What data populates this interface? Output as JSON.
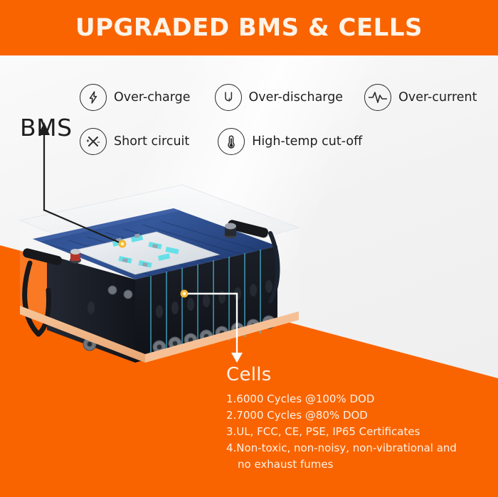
{
  "header": {
    "title": "UPGRADED BMS & CELLS",
    "background_color": "#f96400",
    "text_color": "#fdf3e8"
  },
  "bms_callout": {
    "label": "BMS"
  },
  "features": {
    "rows": [
      [
        {
          "label": "Over-charge",
          "icon": "lightning-bolt-icon"
        },
        {
          "label": "Over-discharge",
          "icon": "u-bolt-icon"
        },
        {
          "label": "Over-current",
          "icon": "waveform-icon"
        }
      ],
      [
        {
          "label": "Short circuit",
          "icon": "short-circuit-x-icon"
        },
        {
          "label": "High-temp cut-off",
          "icon": "thermometer-icon"
        }
      ]
    ]
  },
  "cells_callout": {
    "heading": "Cells",
    "lines": [
      "1.6000 Cycles @100% DOD",
      "2.7000 Cycles @80% DOD",
      "3.UL, FCC, CE, PSE, IP65 Certificates",
      "4.Non-toxic, non-noisy, non-vibrational and",
      "no exhaust fumes"
    ]
  },
  "product": {
    "name": "lifepo4-battery-cutaway",
    "cell_count": 9,
    "colors": {
      "case_top": "#2c4b86",
      "cell_body": "#14161c",
      "accent_glow": "#49c8ef",
      "orange": "#f96400"
    }
  }
}
